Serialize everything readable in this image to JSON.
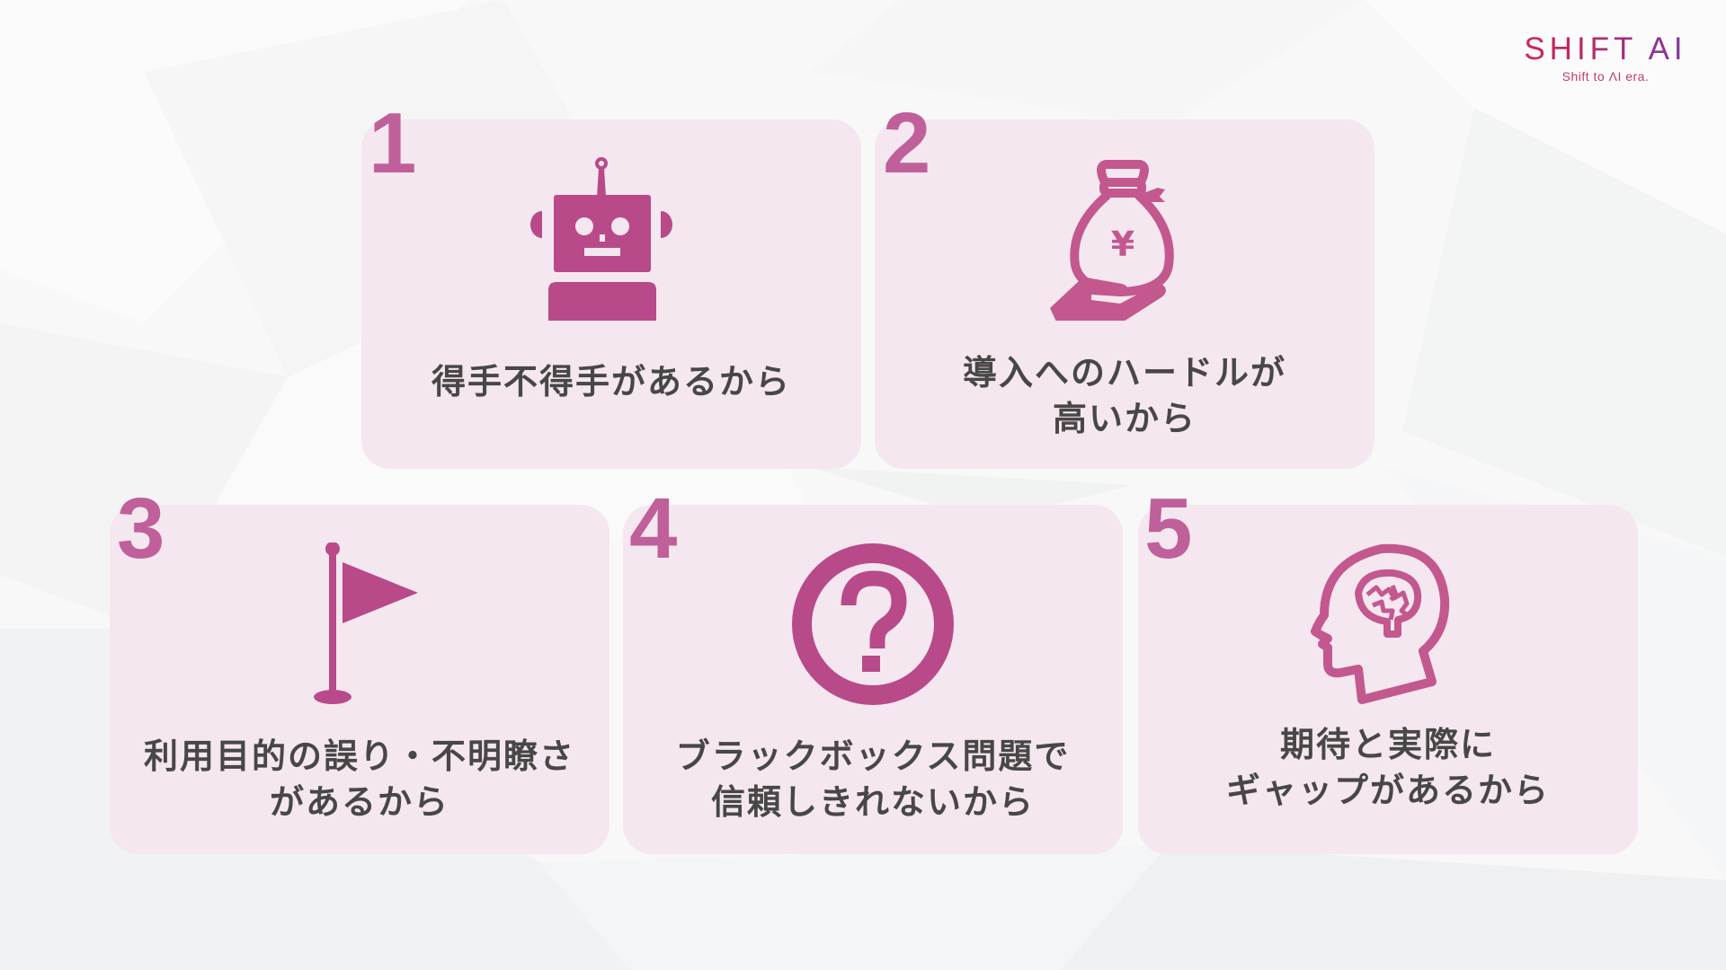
{
  "logo": {
    "brand": "SHIFT AI",
    "tagline": "Shift to ΛI era.",
    "gradient_start": "#d2245a",
    "gradient_end": "#7c3aa2"
  },
  "theme": {
    "accent": "#b84a8a",
    "number_color": "#c0609a",
    "card_bg": "#f5e7ef",
    "text_color": "#474747"
  },
  "cards": [
    {
      "number": "1",
      "icon": "robot-icon",
      "lines": [
        "得手不得手があるから"
      ]
    },
    {
      "number": "2",
      "icon": "money-bag-hand-icon",
      "lines": [
        "導入へのハードルが",
        "高いから"
      ]
    },
    {
      "number": "3",
      "icon": "flag-icon",
      "lines": [
        "利用目的の誤り・不明瞭さ",
        "があるから"
      ]
    },
    {
      "number": "4",
      "icon": "question-circle-icon",
      "lines": [
        "ブラックボックス問題で",
        "信頼しきれないから"
      ]
    },
    {
      "number": "5",
      "icon": "head-brain-icon",
      "lines": [
        "期待と実際に",
        "ギャップがあるから"
      ]
    }
  ]
}
